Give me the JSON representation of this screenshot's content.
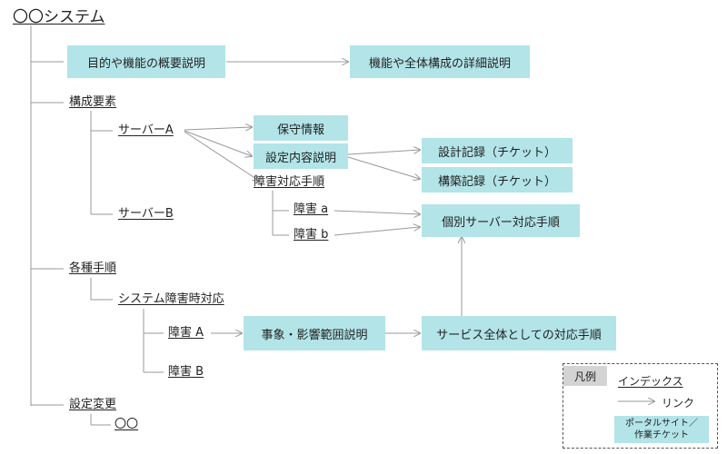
{
  "title": "〇〇システム",
  "tree": {
    "composition": "構成要素",
    "server_a": "サーバーA",
    "server_b": "サーバーB",
    "fault_response": "障害対応手順",
    "fault_a_small": "障害 a",
    "fault_b_small": "障害 b",
    "procedures": "各種手順",
    "system_fault": "システム障害時対応",
    "fault_a_big": "障害 A",
    "fault_b_big": "障害 B",
    "settings_change": "設定変更",
    "oo": "〇〇"
  },
  "boxes": {
    "purpose": "目的や機能の概要説明",
    "details": "機能や全体構成の詳細説明",
    "maintenance": "保守情報",
    "config": "設定内容説明",
    "design_record": "設計記録（チケット）",
    "build_record": "構築記録（チケット）",
    "server_procedure": "個別サーバー対応手順",
    "impact": "事象・影響範囲説明",
    "service_procedure": "サービス全体としての対応手順"
  },
  "legend": {
    "label": "凡例",
    "index": "インデックス",
    "link": "リンク",
    "portal_line1": "ポータルサイト／",
    "portal_line2": "作業チケット"
  },
  "colors": {
    "box": "#b2e4e8",
    "line": "#999999",
    "legend_label": "#d3d3d3"
  }
}
